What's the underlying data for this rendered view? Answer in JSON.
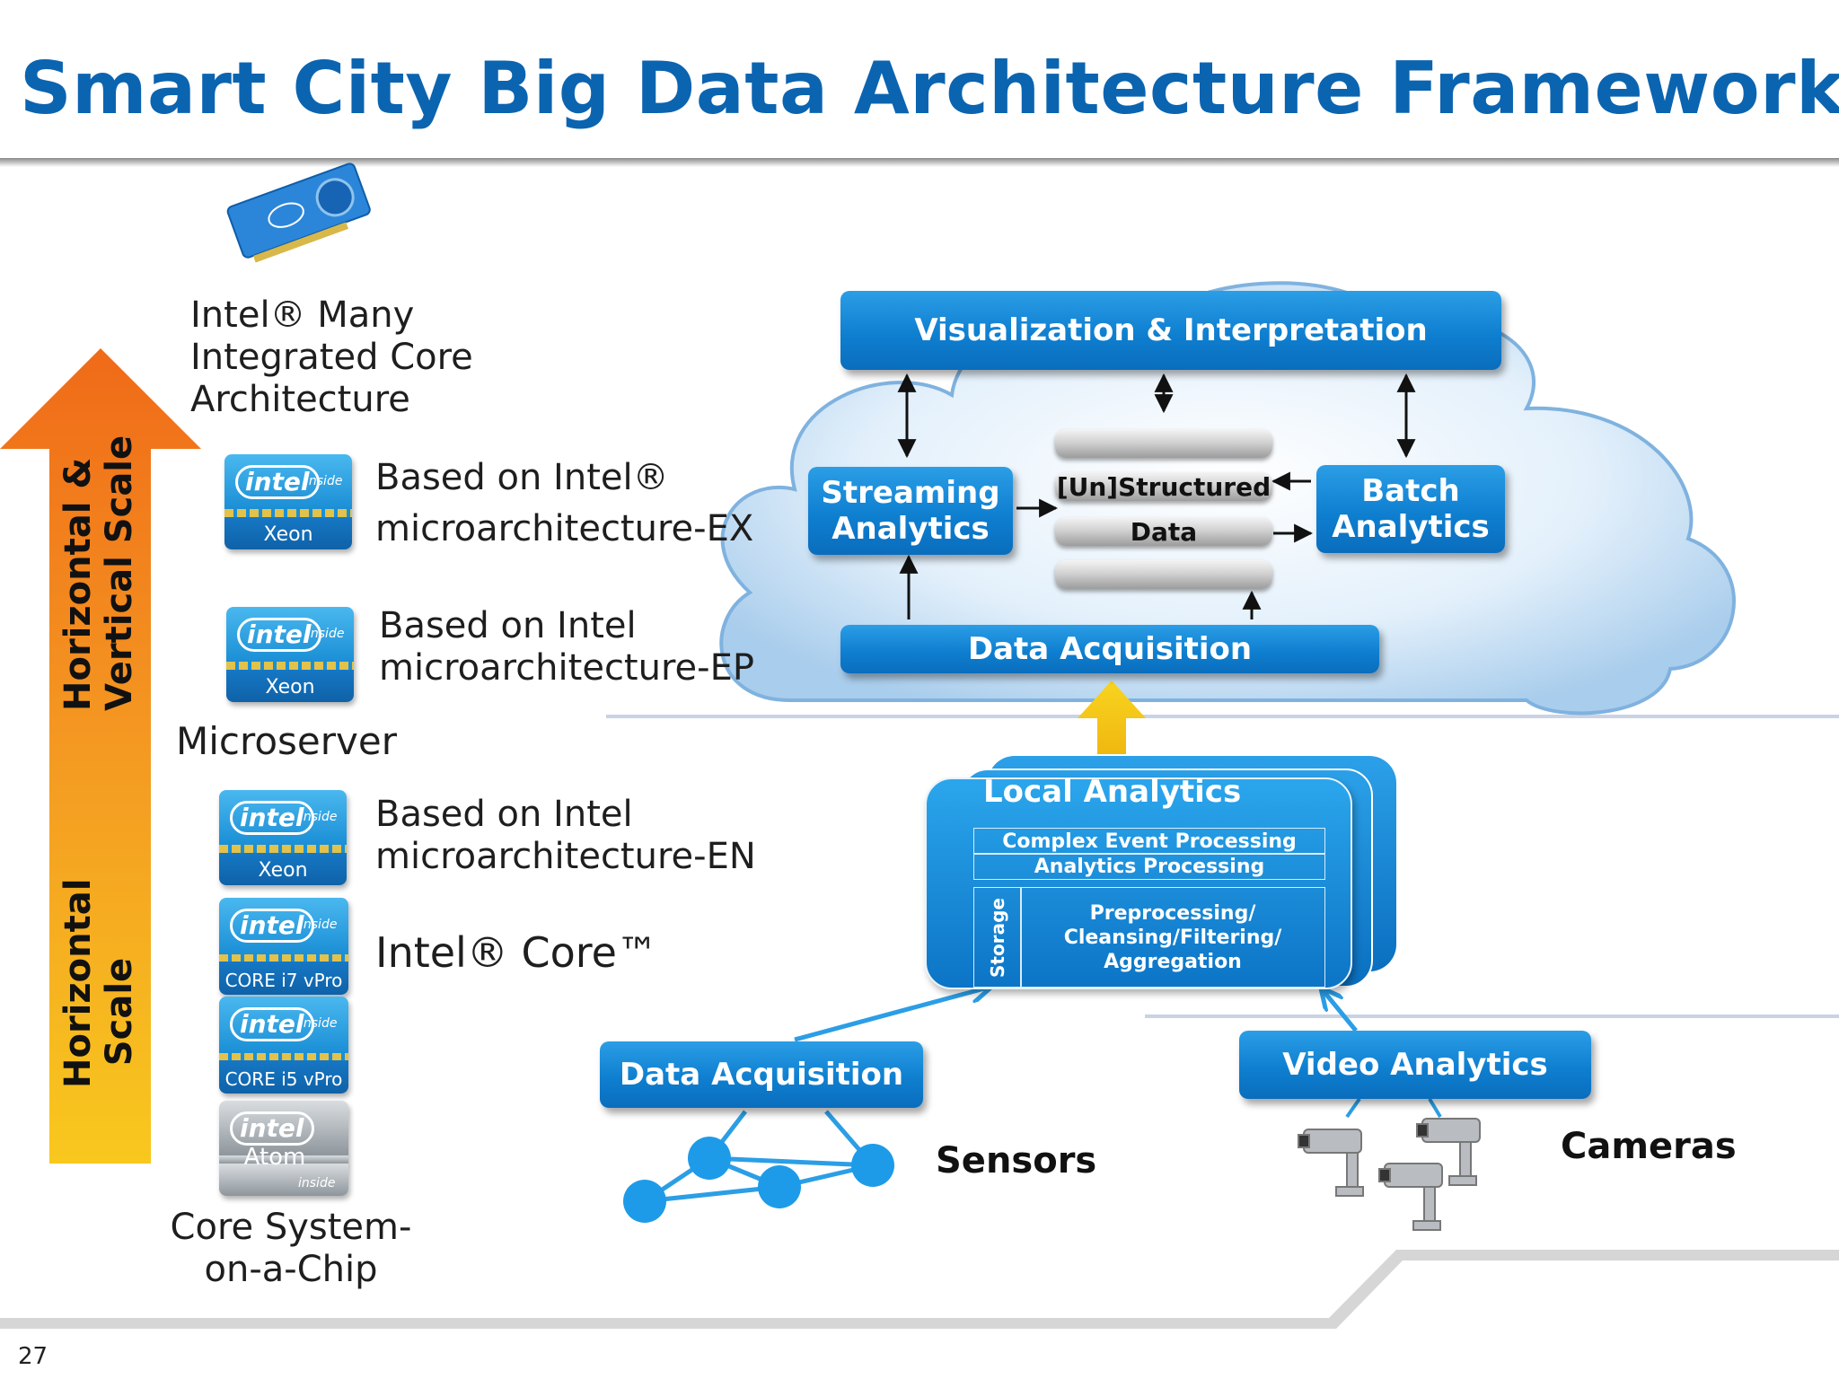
{
  "title": "Smart City Big Data Architecture Framework",
  "page_number": "27",
  "scale_arrow": {
    "top_label_line1": "Horizontal &",
    "top_label_line2": "Vertical Scale",
    "bottom_label_line1": "Horizontal",
    "bottom_label_line2": "Scale"
  },
  "processors": {
    "many_core": [
      "Intel® Many",
      "Integrated Core",
      "Architecture"
    ],
    "ex": [
      "Based on Intel®",
      "microarchitecture-EX"
    ],
    "ep": [
      "Based on Intel",
      "microarchitecture-EP"
    ],
    "microserver": "Microserver",
    "en": [
      "Based on Intel",
      "microarchitecture-EN"
    ],
    "core": "Intel® Core™",
    "soc": [
      "Core System-",
      "on-a-Chip"
    ]
  },
  "chips": {
    "brand": "intel",
    "inside": "inside",
    "xeon": "Xeon",
    "core_i7": "CORE i7 vPro",
    "core_i5": "CORE i5 vPro",
    "atom": "Atom"
  },
  "cloud": {
    "visualization": "Visualization & Interpretation",
    "streaming": [
      "Streaming",
      "Analytics"
    ],
    "batch": [
      "Batch",
      "Analytics"
    ],
    "data_store": [
      "[Un]Structured",
      "Data"
    ],
    "acquisition": "Data Acquisition"
  },
  "local": {
    "title": "Local Analytics",
    "cep": "Complex Event Processing",
    "analytics_processing": "Analytics Processing",
    "storage": "Storage",
    "preprocessing": [
      "Preprocessing/",
      "Cleansing/Filtering/",
      "Aggregation"
    ]
  },
  "edge": {
    "data_acquisition": "Data Acquisition",
    "video_analytics": "Video Analytics",
    "sensors": "Sensors",
    "cameras": "Cameras"
  },
  "colors": {
    "title": "#0b64b0",
    "bar": "#1183d4",
    "arrow_orange": "#f07a1a",
    "arrow_yellow": "#f8d020"
  }
}
